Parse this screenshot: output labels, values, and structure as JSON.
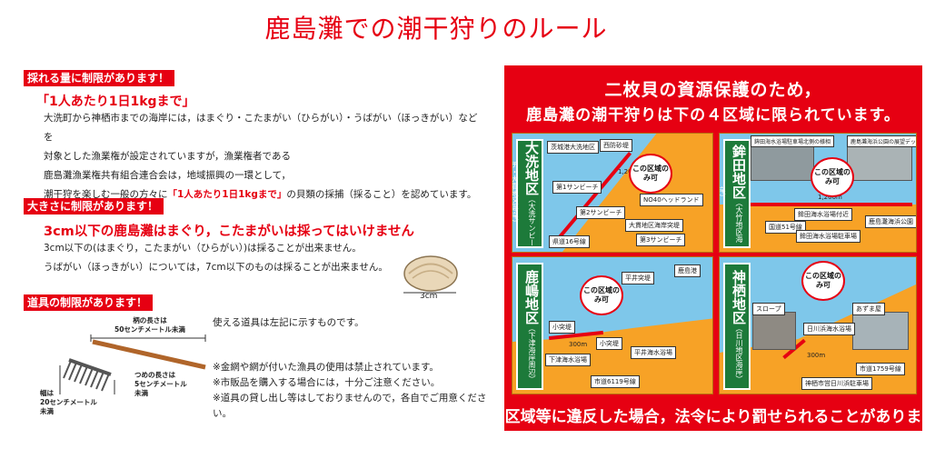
{
  "title": "鹿島灘での潮干狩りのルール",
  "sec1": {
    "head": "採れる量に制限があります！",
    "sub": "「1人あたり1日1kgまで」",
    "lines": [
      "大洗町から神栖市までの海岸には，はまぐり・こたまがい（ひらがい）・うばがい（ほっきがい）などを",
      "対象とした漁業権が設定されていますが，漁業権者である",
      "鹿島灘漁業権共有組合連合会は，地域振興の一環として，"
    ],
    "line4_pre": "潮干狩を楽しむ一般の方々に",
    "line4_hl": "「1人あたり1日1kgまで」",
    "line4_post": "の貝類の採捕（採ること）を認めています。"
  },
  "sec2": {
    "head": "大きさに制限があります！",
    "sub": "3cm以下の鹿島灘はまぐり，こたまがいは採ってはいけません",
    "lines": [
      "3cm以下の(はまぐり，こたまがい（ひらがい）)は採ることが出来ません。",
      "うばがい（ほっきがい）については，7cm以下のものは採ることが出来ません。"
    ],
    "clam_label": "3cm"
  },
  "sec3": {
    "head": "道具の制限があります！",
    "handle_label_1": "柄の長さは",
    "handle_label_2": "50センチメートル未満",
    "claw_label_1": "つめの長さは",
    "claw_label_2": "5センチメートル",
    "claw_label_3": "未満",
    "width_label_1": "幅は",
    "width_label_2": "20センチメートル",
    "width_label_3": "未満",
    "note_main": "使える道具は左記に示すものです。",
    "notes": [
      "※金網や網が付いた漁具の使用は禁止されています。",
      "※市販品を購入する場合には，十分ご注意ください。",
      "※道具の貸し出し等はしておりませんので，各自でご用意ください。"
    ]
  },
  "panel": {
    "title1": "二枚貝の資源保護のため，",
    "title2": "鹿島灘の潮干狩りは下の４区域に限られています。",
    "bottom": "区域等に違反した場合，法令により罰せられることがあります。",
    "bubble": "この区域のみ可",
    "areas": [
      {
        "name": "大洗地区",
        "sub": "（大洗サンビーチ・大貫地区海岸）",
        "tags": [
          "茨城港大洗地区",
          "西防砂堤",
          "第1サンビーチ",
          "NO40ヘッドランド",
          "第2サンビーチ",
          "大貫地区海岸突堤",
          "第3サンビーチ",
          "県道16号線"
        ],
        "dist": "1,200m"
      },
      {
        "name": "鉾田地区",
        "sub": "（大竹地区海岸）",
        "tags": [
          "鉾田海水浴場駐車場北側の様相",
          "鹿島灘海浜公園の展望デッキ",
          "鉾田海水浴場付近",
          "鹿島灘海浜公園",
          "国道51号線",
          "鉾田海水浴場駐車場"
        ],
        "dist": "1,200m"
      },
      {
        "name": "鹿嶋地区",
        "sub": "（下津海岸周辺）",
        "tags": [
          "平井突堤",
          "鹿島港",
          "小突堤",
          "小突堤",
          "下津海水浴場",
          "平井海水浴場",
          "市道6119号線"
        ],
        "dist": "300m"
      },
      {
        "name": "神栖地区",
        "sub": "（日川地区海岸）",
        "tags": [
          "スロープ",
          "あずま屋",
          "日川浜海水浴場",
          "市道1759号線",
          "神栖市営日川浜駐車場"
        ],
        "dist": "300m"
      }
    ]
  },
  "colors": {
    "accent": "#e60012",
    "green": "#1d7a3a",
    "sand": "#f7a226",
    "sea": "#7ec7ea"
  }
}
